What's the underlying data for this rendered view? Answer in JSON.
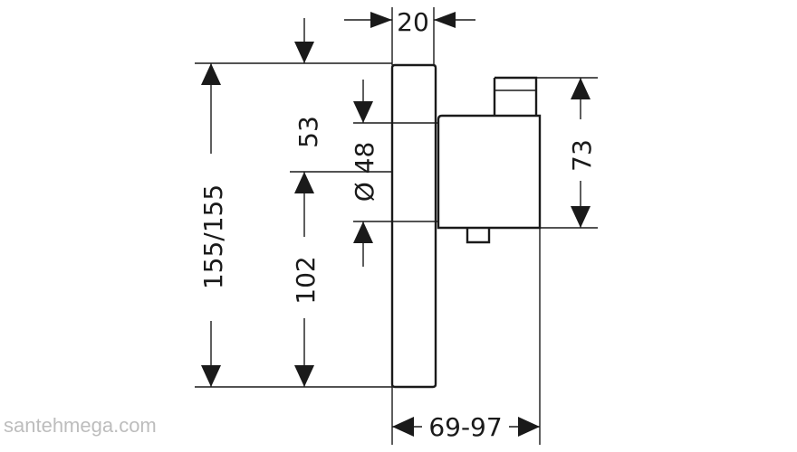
{
  "dimensions": {
    "top_width": "20",
    "overall_height": "155/155",
    "upper_offset": "53",
    "diameter": "Ø 48",
    "lower_offset": "102",
    "body_height": "73",
    "depth": "69-97"
  },
  "watermark": "santehmega.com",
  "colors": {
    "line": "#1a1a1a",
    "watermark": "#bdbdbd",
    "background": "#ffffff"
  }
}
